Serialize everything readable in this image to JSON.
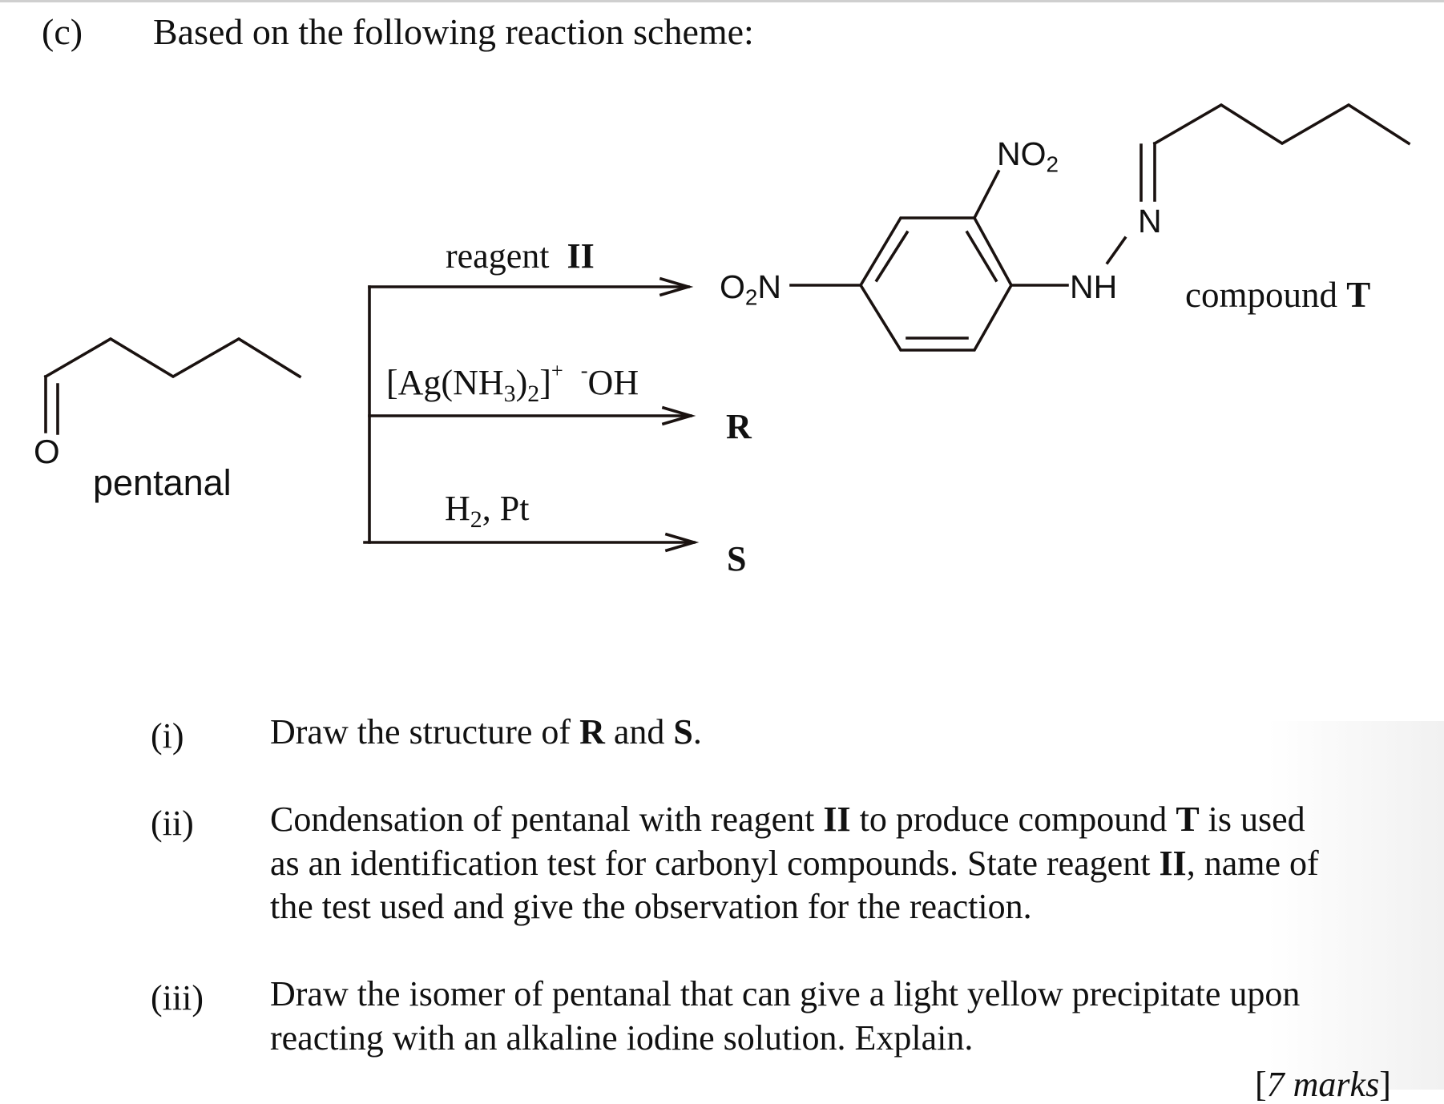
{
  "question": {
    "label": "(c)",
    "intro": "Based on the following reaction scheme:"
  },
  "scheme": {
    "reactant": {
      "name": "pentanal",
      "oxygen": "O"
    },
    "arrows": [
      {
        "reagent_text": "reagent",
        "reagent_bold": "II"
      },
      {
        "reagent_main": "[Ag(NH",
        "sub1": "3",
        "mid": ")",
        "sub2": "2",
        "close": "]",
        "charge_plus": "+",
        "charge_minus": "-",
        "anion": "OH",
        "product": "R"
      },
      {
        "reagent_h": "H",
        "sub": "2",
        "rest": ", Pt",
        "product": "S"
      }
    ],
    "compound_T": {
      "o2n_o": "O",
      "o2n_sub": "2",
      "o2n_n": "N",
      "no2_n": "NO",
      "no2_sub": "2",
      "nh": "NH",
      "n": "N",
      "label_text": "compound",
      "label_bold": "T"
    }
  },
  "parts": [
    {
      "label": "(i)",
      "lines": [
        [
          "Draw the structure of ",
          "R",
          " and ",
          "S",
          "."
        ]
      ]
    },
    {
      "label": "(ii)",
      "lines": [
        [
          "Condensation of pentanal with reagent ",
          "II",
          " to produce compound ",
          "T",
          " is used"
        ],
        [
          "as an identification test for carbonyl compounds. State reagent ",
          "II",
          ", name of"
        ],
        [
          "the test used and give the observation for the reaction."
        ]
      ]
    },
    {
      "label": "(iii)",
      "lines": [
        [
          "Draw the isomer of pentanal that can give a light yellow precipitate upon"
        ],
        [
          "reacting with an alkaline iodine solution. Explain."
        ]
      ]
    }
  ],
  "marks": {
    "open": "[",
    "value": "7 marks",
    "close": "]"
  }
}
